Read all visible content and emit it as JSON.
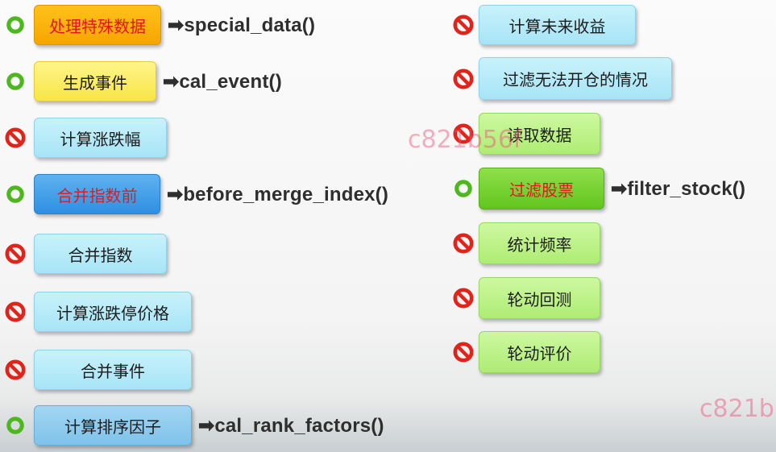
{
  "left_steps": [
    {
      "label": "处理特殊数据",
      "status": "enabled",
      "color": "orange",
      "func": "special_data()"
    },
    {
      "label": "生成事件",
      "status": "enabled",
      "color": "yellow",
      "func": "cal_event()"
    },
    {
      "label": "计算涨跌幅",
      "status": "disabled",
      "color": "blue-light",
      "func": ""
    },
    {
      "label": "合并指数前",
      "status": "enabled",
      "color": "blue-dark",
      "func": "before_merge_index()"
    },
    {
      "label": "合并指数",
      "status": "disabled",
      "color": "blue-light",
      "func": ""
    },
    {
      "label": "计算涨跌停价格",
      "status": "disabled",
      "color": "blue-light",
      "func": ""
    },
    {
      "label": "合并事件",
      "status": "disabled",
      "color": "blue-light",
      "func": ""
    },
    {
      "label": "计算排序因子",
      "status": "enabled",
      "color": "blue-mid",
      "func": "cal_rank_factors()"
    }
  ],
  "right_steps": [
    {
      "label": "计算未来收益",
      "status": "disabled",
      "color": "blue-light",
      "func": ""
    },
    {
      "label": "过滤无法开仓的情况",
      "status": "disabled",
      "color": "blue-light",
      "func": ""
    },
    {
      "label": "读取数据",
      "status": "disabled",
      "color": "green-light",
      "func": ""
    },
    {
      "label": "过滤股票",
      "status": "enabled",
      "color": "green-dark",
      "func": "filter_stock()"
    },
    {
      "label": "统计频率",
      "status": "disabled",
      "color": "green-light",
      "func": ""
    },
    {
      "label": "轮动回测",
      "status": "disabled",
      "color": "green-light",
      "func": ""
    },
    {
      "label": "轮动评价",
      "status": "disabled",
      "color": "green-light",
      "func": ""
    }
  ],
  "arrow_glyph": "➡",
  "icons": {
    "enabled": "green-ring-icon",
    "disabled": "no-entry-icon"
  },
  "colors": {
    "enabled_ring": "#4db81d",
    "disabled_sign": "#e2231a"
  },
  "watermarks": [
    "c821b56f",
    "c821b"
  ]
}
